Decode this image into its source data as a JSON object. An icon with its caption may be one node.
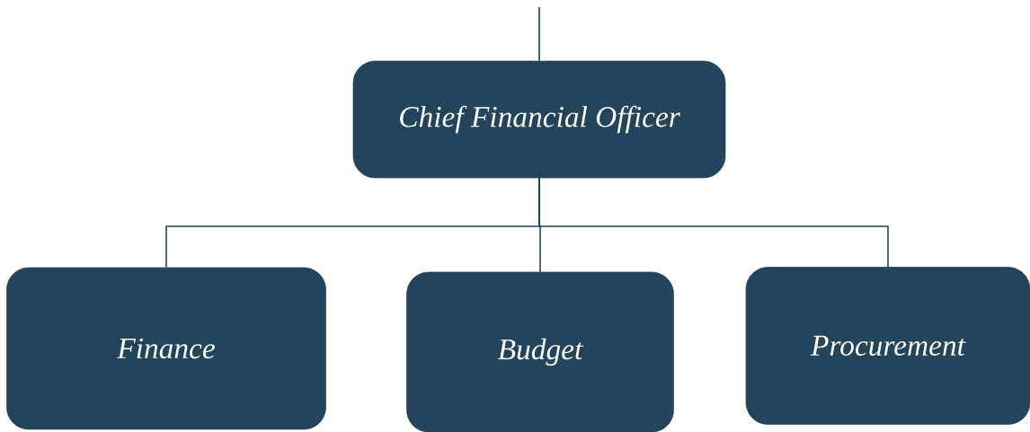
{
  "diagram": {
    "nodes": [
      {
        "text": [
          "Chief Financial Officer"
        ]
      },
      {
        "text": [
          "Finance"
        ]
      },
      {
        "text": [
          "Budget"
        ]
      },
      {
        "text": [
          "Procurement"
        ]
      }
    ],
    "edges": [
      {
        "from": null,
        "to": 0,
        "arrow": "none"
      },
      {
        "from": 0,
        "to": 1,
        "arrow": "none"
      },
      {
        "from": 0,
        "to": 2,
        "arrow": "none"
      },
      {
        "from": 0,
        "to": 3,
        "arrow": "none"
      }
    ]
  }
}
